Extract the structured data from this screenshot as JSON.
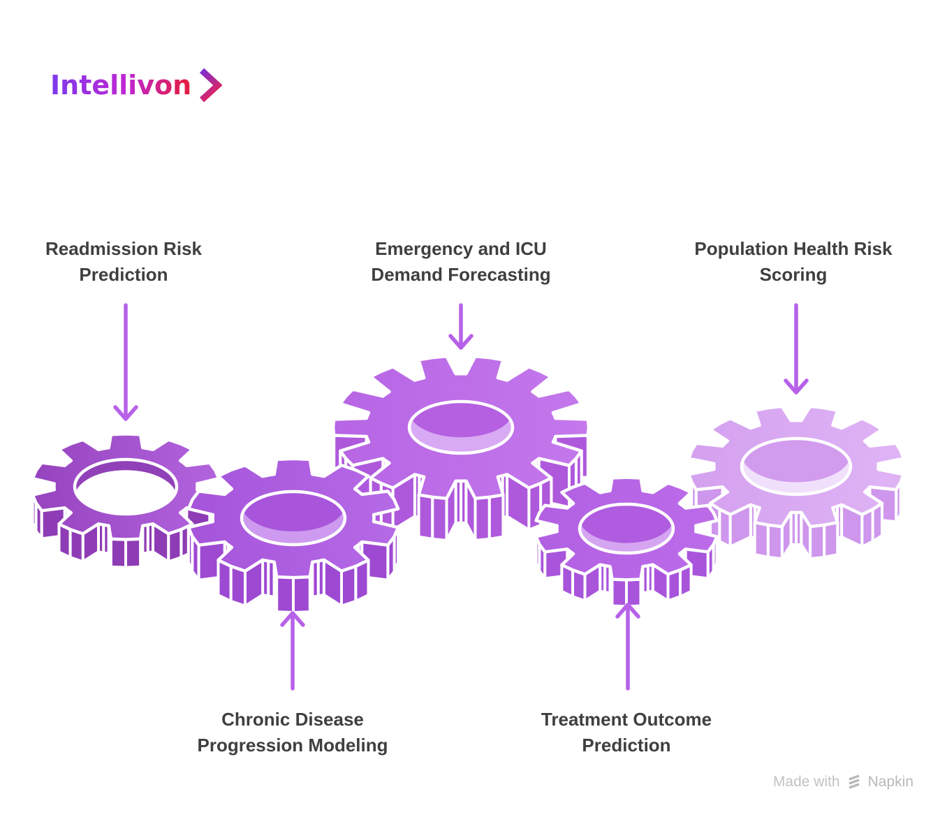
{
  "page": {
    "background": "#ffffff"
  },
  "logo": {
    "text": "Intellivon",
    "text_gradient": [
      "#7C3AED",
      "#C026D3",
      "#E11D48"
    ],
    "chevron_gradient": [
      "#7B2FD5",
      "#E0245E"
    ]
  },
  "labels": [
    {
      "id": "readmission",
      "line1": "Readmission Risk",
      "line2": "Prediction",
      "arrow": "down"
    },
    {
      "id": "emergency",
      "line1": "Emergency and ICU",
      "line2": "Demand Forecasting",
      "arrow": "down"
    },
    {
      "id": "population",
      "line1": "Population Health Risk",
      "line2": "Scoring",
      "arrow": "down"
    },
    {
      "id": "chronic",
      "line1": "Chronic Disease",
      "line2": "Progression Modeling",
      "arrow": "up"
    },
    {
      "id": "treatment",
      "line1": "Treatment Outcome",
      "line2": "Prediction",
      "arrow": "up"
    }
  ],
  "label_color": "#3F3F3F",
  "arrow_color": "#B761E9",
  "gears": [
    {
      "id": "readmission",
      "label": "Readmission Risk Prediction",
      "face1": "#9643BE",
      "face2": "#B264DE",
      "side": "#8E3CB5",
      "inner": "#9041B8",
      "crescent": "#FFFFFF",
      "hole_mode": "see-through"
    },
    {
      "id": "chronic",
      "label": "Chronic Disease Progression Modeling",
      "face1": "#A554DA",
      "face2": "#B56AE6",
      "side": "#9D49D2",
      "inner": "#A855DC",
      "crescent": "#CD9AEF",
      "hole_mode": "solid"
    },
    {
      "id": "emergency",
      "label": "Emergency and ICU Demand Forecasting",
      "face1": "#B765E4",
      "face2": "#C478EC",
      "side": "#AE58DC",
      "inner": "#B560E0",
      "crescent": "#D9AAF4",
      "hole_mode": "solid"
    },
    {
      "id": "treatment",
      "label": "Treatment Outcome Prediction",
      "face1": "#B160E2",
      "face2": "#BC6CE9",
      "side": "#A855DC",
      "inner": "#B05CE0",
      "crescent": "#D5A5F2",
      "hole_mode": "solid"
    },
    {
      "id": "population",
      "label": "Population Health Risk Scoring",
      "face1": "#D4A0EF",
      "face2": "#DFB4F5",
      "side": "#CE96EC",
      "inner": "#D29CEE",
      "crescent": "#F0E0FB",
      "hole_mode": "solid"
    }
  ],
  "outline_color": "#FFFFFF",
  "footer": {
    "made_with": "Made with",
    "brand": "Napkin",
    "color": "#C2C2C2"
  }
}
